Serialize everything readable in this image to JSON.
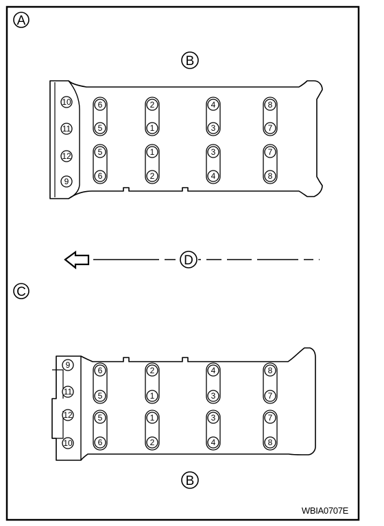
{
  "diagram": {
    "labels": {
      "view_a": "A",
      "view_c": "C",
      "part_b_top": "B",
      "part_b_bottom": "B",
      "direction_d": "D"
    },
    "reference_code": "WBIA0707E",
    "top_view": {
      "end_bolts": [
        "10",
        "11",
        "12",
        "9"
      ],
      "pairs_upper": [
        [
          "6",
          "5"
        ],
        [
          "2",
          "1"
        ],
        [
          "4",
          "3"
        ],
        [
          "8",
          "7"
        ]
      ],
      "pairs_lower": [
        [
          "5",
          "6"
        ],
        [
          "1",
          "2"
        ],
        [
          "3",
          "4"
        ],
        [
          "7",
          "8"
        ]
      ]
    },
    "bottom_view": {
      "end_bolts": [
        "9",
        "11",
        "12",
        "10"
      ],
      "pairs_upper": [
        [
          "6",
          "5"
        ],
        [
          "2",
          "1"
        ],
        [
          "4",
          "3"
        ],
        [
          "8",
          "7"
        ]
      ],
      "pairs_lower": [
        [
          "5",
          "6"
        ],
        [
          "1",
          "2"
        ],
        [
          "3",
          "4"
        ],
        [
          "7",
          "8"
        ]
      ]
    }
  }
}
